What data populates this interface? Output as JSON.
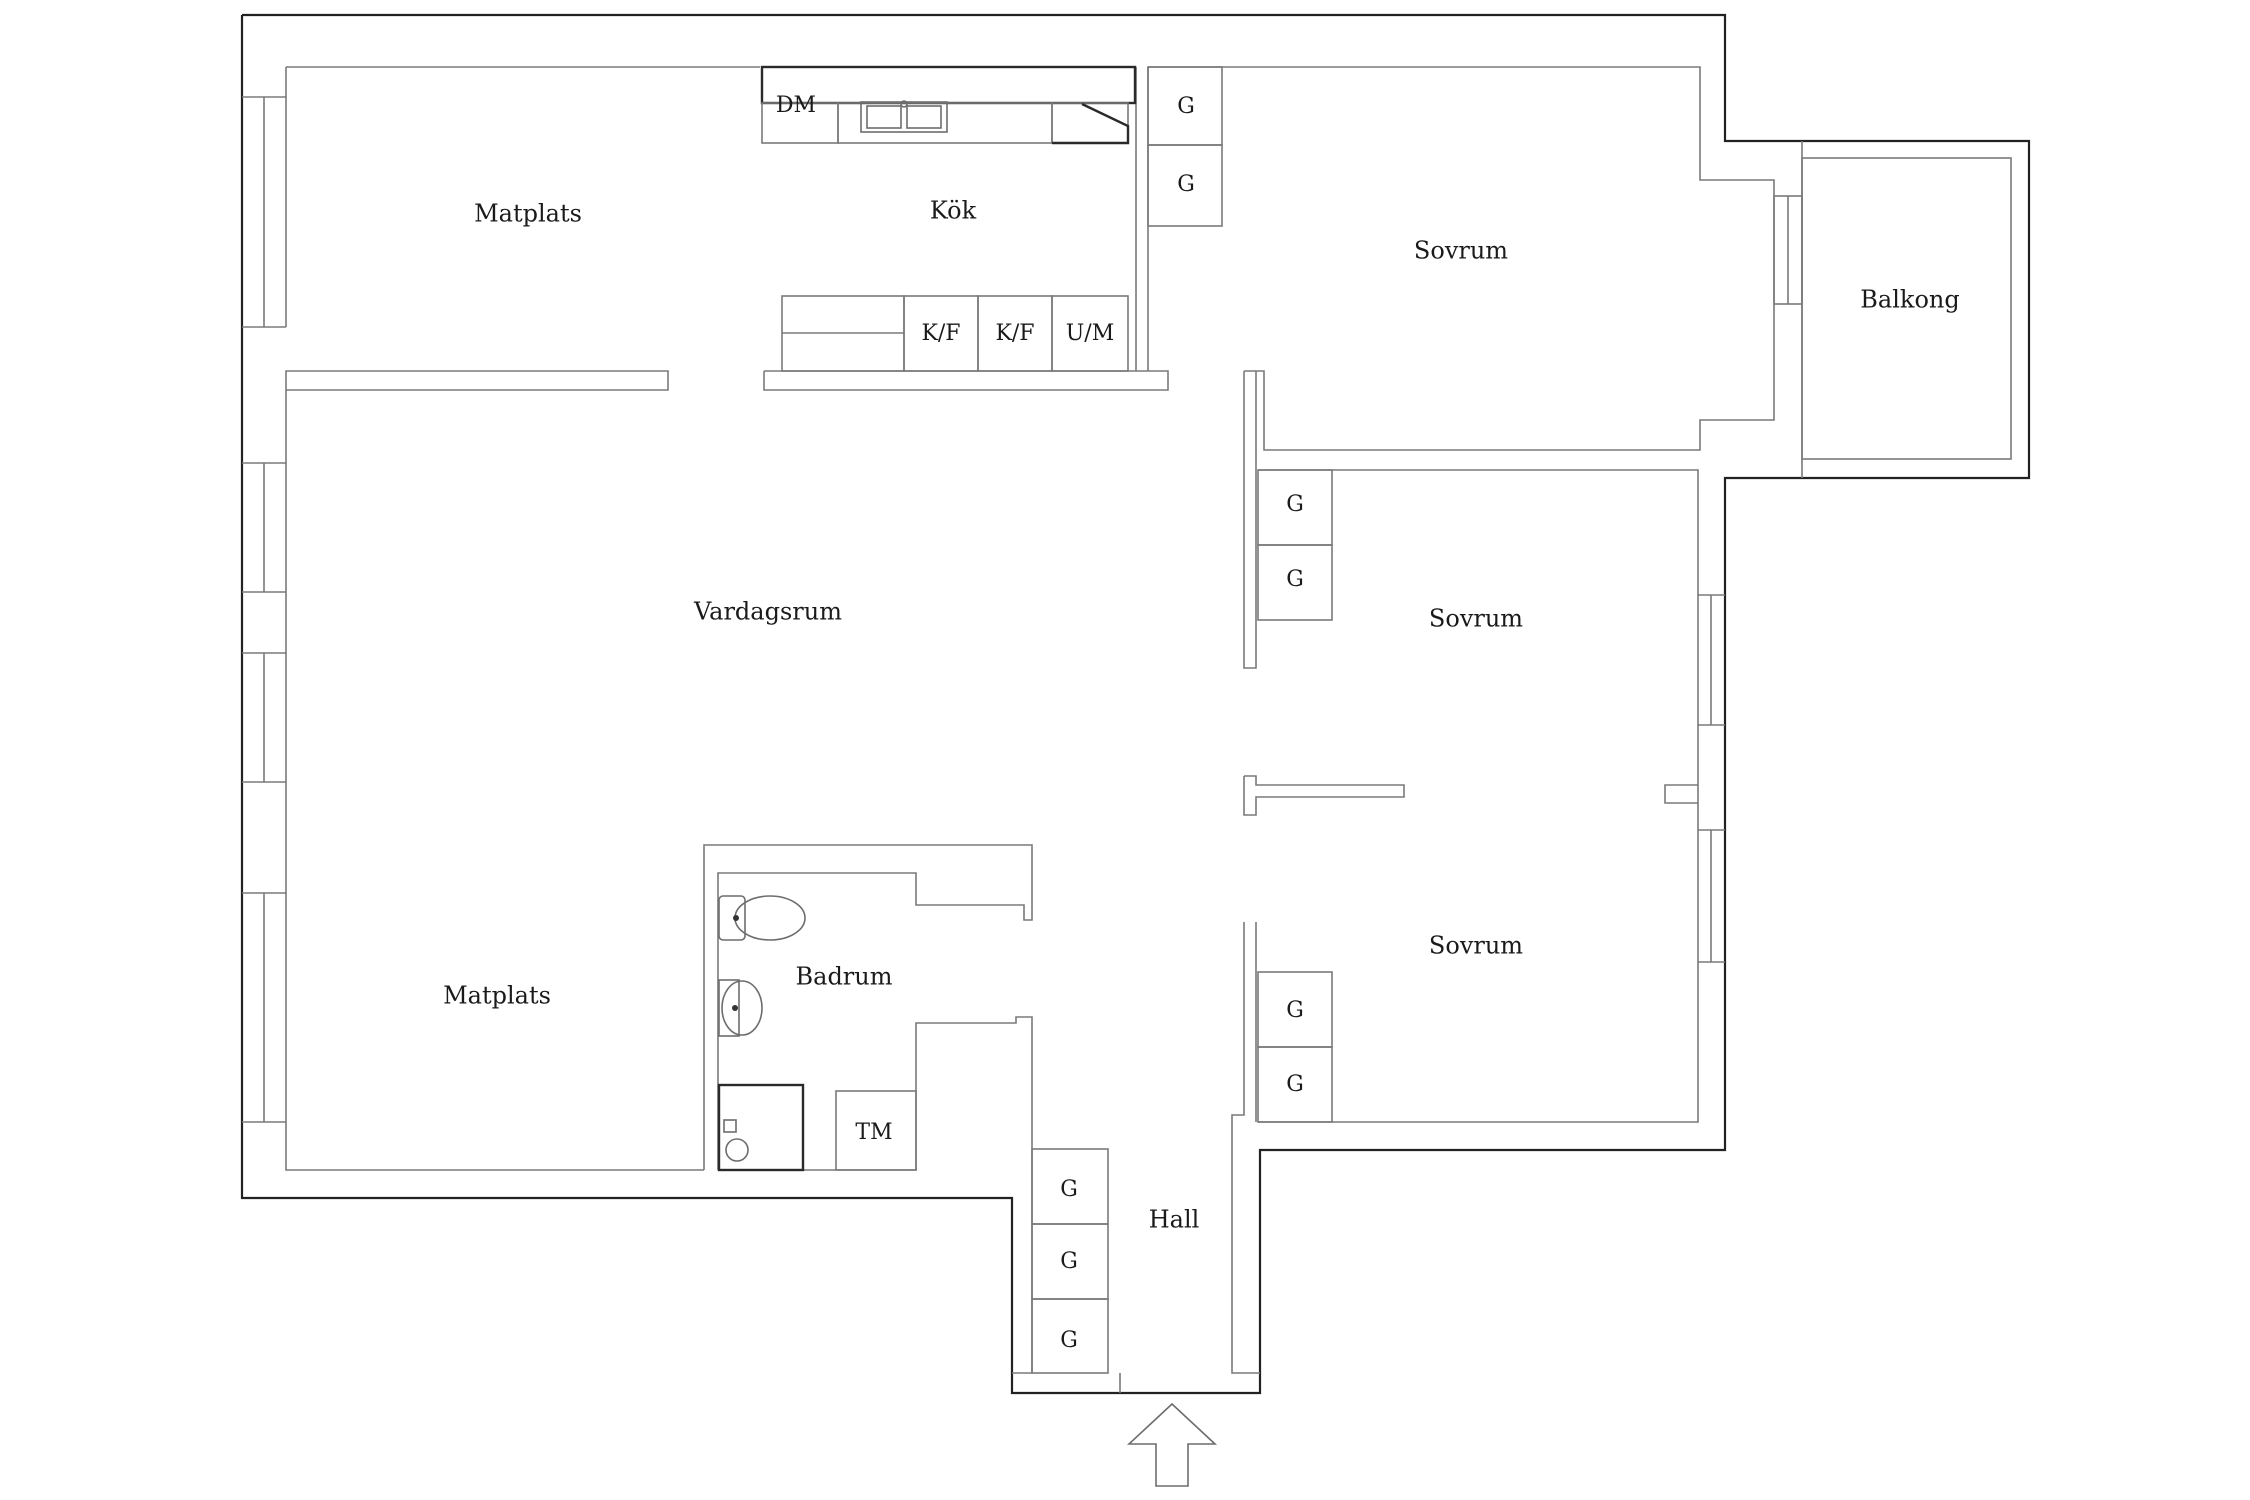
{
  "rooms": {
    "matplats_top": "Matplats",
    "kok": "Kök",
    "sovrum_1": "Sovrum",
    "balkong": "Balkong",
    "vardagsrum": "Vardagsrum",
    "sovrum_2": "Sovrum",
    "sovrum_3": "Sovrum",
    "badrum": "Badrum",
    "matplats_bottom": "Matplats",
    "hall": "Hall"
  },
  "fixtures": {
    "dm": "DM",
    "kf_1": "K/F",
    "kf_2": "K/F",
    "um": "U/M",
    "tm": "TM",
    "g": "G"
  },
  "icons": {
    "entrance": "entrance-arrow-icon",
    "sink": "kitchen-sink-icon",
    "toilet": "toilet-icon",
    "washbasin": "washbasin-icon",
    "shower": "shower-icon"
  },
  "colors": {
    "wall": "#222222",
    "interior_line": "#7a7a7a",
    "background": "#ffffff"
  }
}
